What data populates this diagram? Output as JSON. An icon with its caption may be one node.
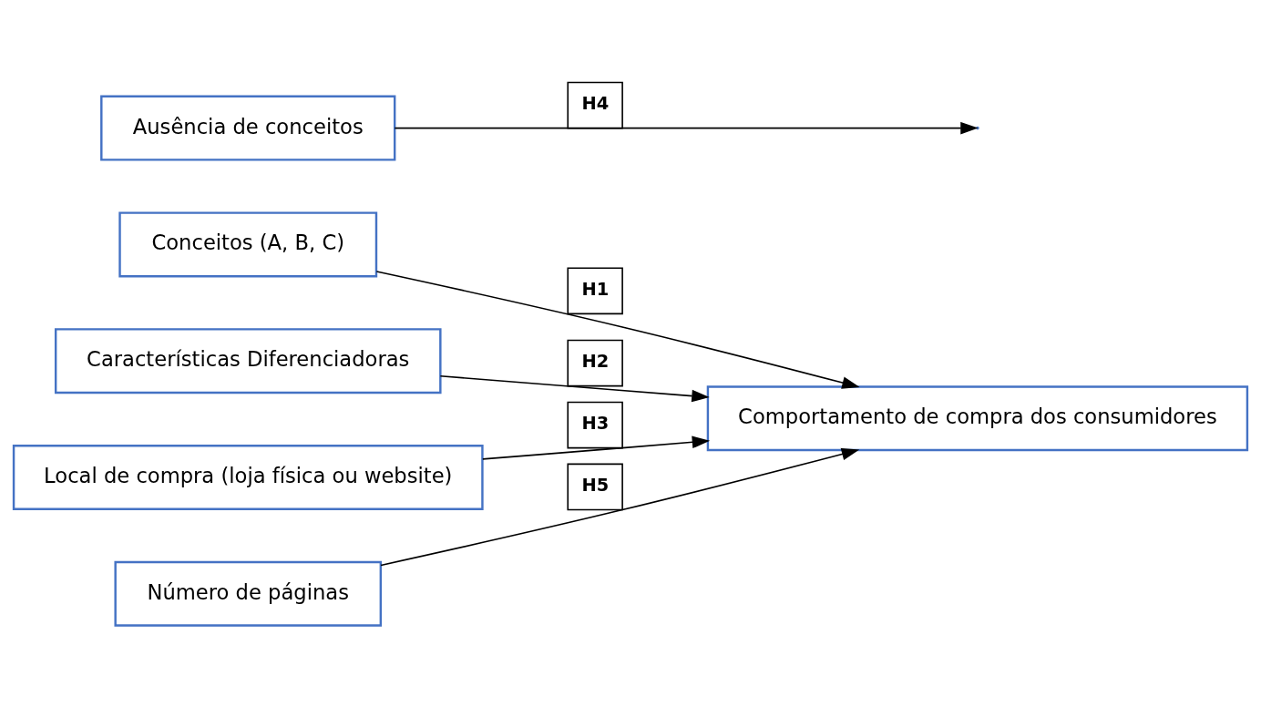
{
  "diagram": {
    "nodes": [
      {
        "text": [
          "Conceitos (A, B, C)"
        ]
      },
      {
        "text": [
          "Ausência de conceitos"
        ]
      },
      {
        "text": [
          "Características Diferenciadoras"
        ]
      },
      {
        "text": [
          "Local de compra (loja física ou website)"
        ]
      },
      {
        "text": [
          "Número de páginas"
        ]
      },
      {
        "text": [
          "Comportamento de compra dos consumidores"
        ]
      }
    ],
    "edges": [
      {
        "from": 0,
        "to": 5,
        "arrow": "to",
        "label": "H1"
      },
      {
        "from": 2,
        "to": 5,
        "arrow": "to",
        "label": "H2"
      },
      {
        "from": 3,
        "to": 5,
        "arrow": "to",
        "label": "H3"
      },
      {
        "from": 1,
        "to": null,
        "arrow": "to",
        "label": "H4"
      },
      {
        "from": 4,
        "to": 5,
        "arrow": "to",
        "label": "H5"
      }
    ]
  }
}
